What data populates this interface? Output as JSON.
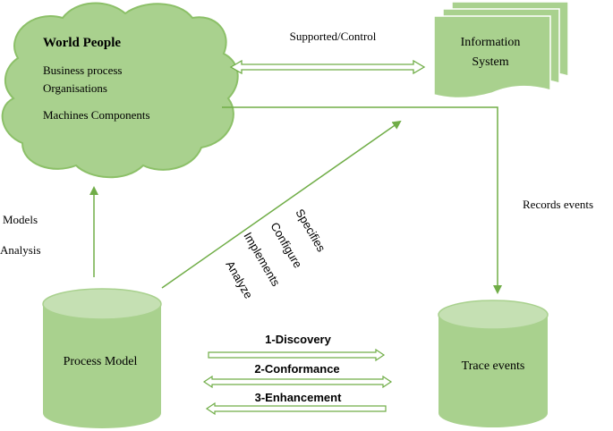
{
  "cloud": {
    "title": "World People",
    "line1": "Business process",
    "line2": "Organisations",
    "line3": "Machines Components"
  },
  "information_system": {
    "line1": "Information",
    "line2": "System"
  },
  "process_model": {
    "label": "Process Model"
  },
  "trace_events": {
    "label": "Trace events"
  },
  "edges": {
    "supported_control": "Supported/Control",
    "records_events": "Records events",
    "models": "Models",
    "analysis": "Analysis",
    "specifies": "Specifies",
    "configure": "Configure",
    "implements": "Implements",
    "analyze": "Analyze"
  },
  "links": {
    "discovery": "1-Discovery",
    "conformance": "2-Conformance",
    "enhancement": "3-Enhancement"
  },
  "colors": {
    "fill": "#a9d18e",
    "fill_light": "#c5e0b3",
    "stroke": "#70ad47",
    "stroke_dark": "#548235",
    "text": "#000000"
  }
}
